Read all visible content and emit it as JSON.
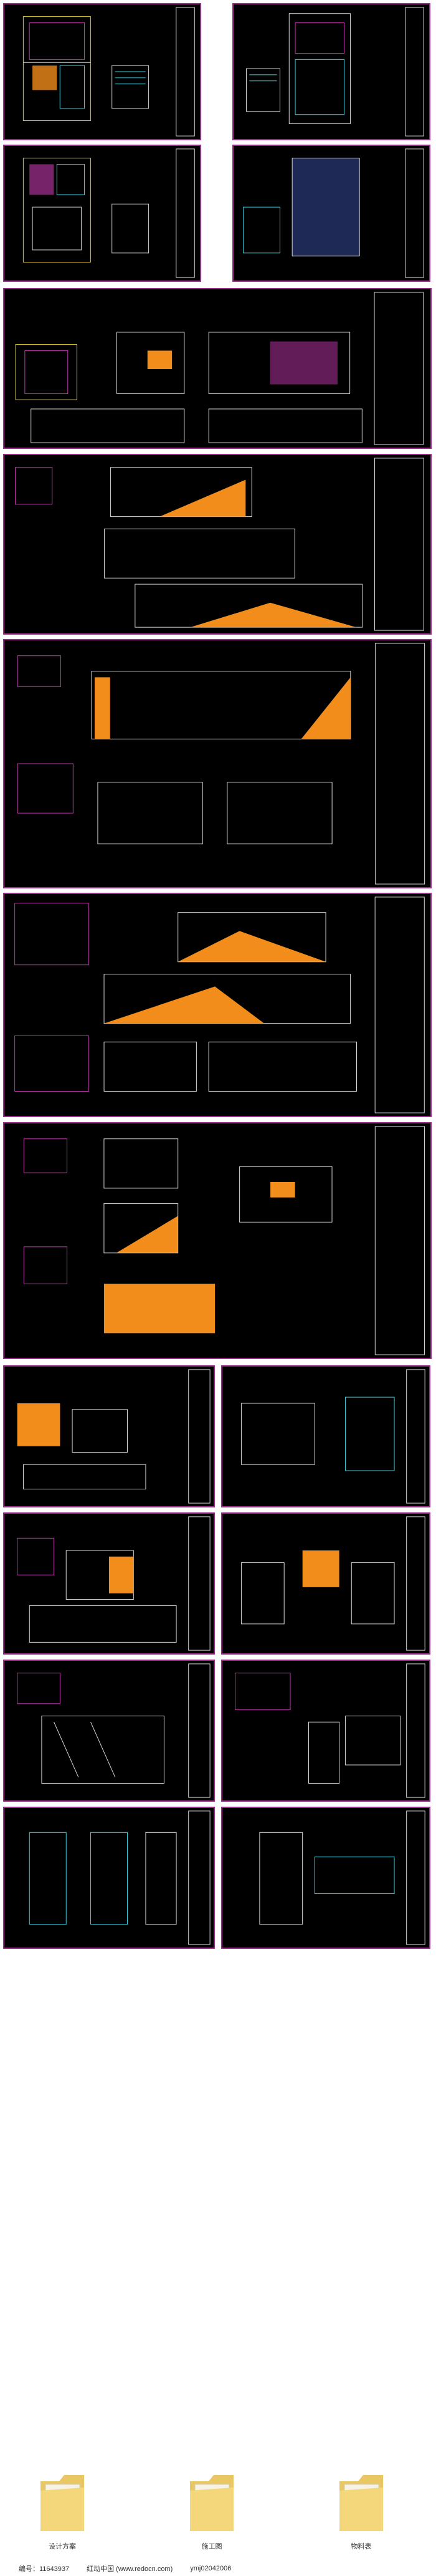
{
  "colors": {
    "sheet_border": "#9b2b8a",
    "sheet_bg": "#000000",
    "accent_orange": "#f28c1b",
    "line_cyan": "#3fd0e0",
    "line_white": "#dcdcdc",
    "line_magenta": "#c43ab0",
    "line_yellow": "#e8d23a",
    "folder_yellow": "#f3d77a"
  },
  "folders": [
    {
      "label": "设计方案",
      "icon": "folder-icon"
    },
    {
      "label": "施工图",
      "icon": "folder-icon"
    },
    {
      "label": "物料表",
      "icon": "folder-icon"
    }
  ],
  "footer": {
    "id_text": "编号：11643937",
    "site_text": "红动中国 (www.redocn.com)",
    "user_text": "ymj02042006"
  }
}
